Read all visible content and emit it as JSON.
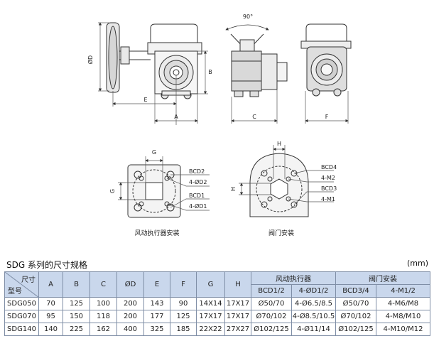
{
  "drawing_labels": {
    "view1": {
      "d": "ØD",
      "e": "E",
      "a": "A",
      "b": "B"
    },
    "view2": {
      "angle": "90°",
      "c": "C"
    },
    "view3": {
      "f": "F"
    },
    "actuator": {
      "g": "G",
      "g_side": "G",
      "bcd2": "BCD2",
      "d2": "4-ØD2",
      "bcd1": "BCD1",
      "d1": "4-ØD1"
    },
    "valve": {
      "h": "H",
      "h_side": "H",
      "bcd4": "BCD4",
      "m2": "4-M2",
      "bcd3": "BCD3",
      "m1": "4-M1"
    }
  },
  "captions": {
    "actuator": "风动执行器安装",
    "valve": "阀门安装"
  },
  "section_title": "SDG 系列的尺寸规格",
  "unit": "(mm)",
  "table": {
    "corner_top": "尺寸",
    "corner_bottom": "型号",
    "headers": [
      "A",
      "B",
      "C",
      "ØD",
      "E",
      "F",
      "G",
      "H"
    ],
    "group_actuator": "风动执行器",
    "group_valve": "阀门安装",
    "actuator_sub": [
      "BCD1/2",
      "4-ØD1/2"
    ],
    "valve_sub": [
      "BCD3/4",
      "4-M1/2"
    ],
    "rows": [
      [
        "SDG050",
        "70",
        "125",
        "100",
        "200",
        "143",
        "90",
        "14X14",
        "17X17",
        "Ø50/70",
        "4-Ø6.5/8.5",
        "Ø50/70",
        "4-M6/M8"
      ],
      [
        "SDG070",
        "95",
        "150",
        "118",
        "200",
        "177",
        "125",
        "17X17",
        "17X17",
        "Ø70/102",
        "4-Ø8.5/10.5",
        "Ø70/102",
        "4-M8/M10"
      ],
      [
        "SDG140",
        "140",
        "225",
        "162",
        "400",
        "325",
        "185",
        "22X22",
        "27X27",
        "Ø102/125",
        "4-Ø11/14",
        "Ø102/125",
        "4-M10/M12"
      ]
    ]
  }
}
